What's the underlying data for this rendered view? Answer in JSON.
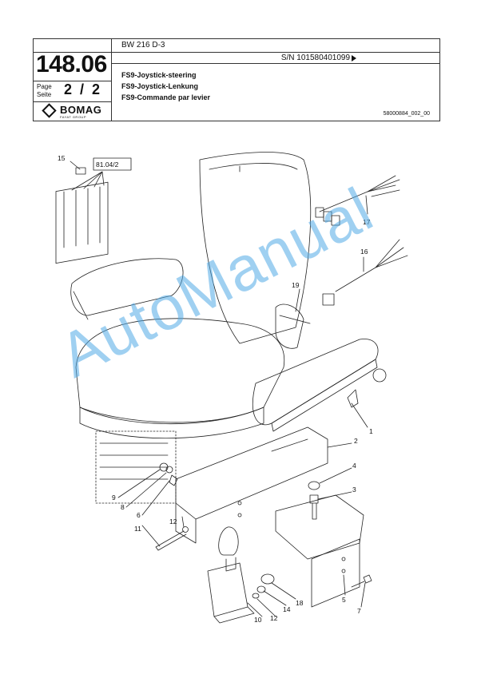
{
  "header": {
    "model": "BW 216 D-3",
    "serial": "S/N 101580401099",
    "group_number": "148.06",
    "page_label_de_en": "Page\nSeite",
    "page_label_en": "Page",
    "page_label_de": "Seite",
    "page_number": "2  /  2",
    "titles": [
      "FS9-Joystick-steering",
      "FS9-Joystick-Lenkung",
      "FS9-Commande par levier"
    ],
    "document_number": "58000884_002_00",
    "logo_text": "BOMAG",
    "logo_sub": "FAYAT GROUP"
  },
  "drawing": {
    "reference_box": "81.04/2",
    "callouts": {
      "c1": "1",
      "c2": "2",
      "c3": "3",
      "c4": "4",
      "c5": "5",
      "c6": "6",
      "c7": "7",
      "c8": "8",
      "c9": "9",
      "c10": "10",
      "c11": "11",
      "c12a": "12",
      "c12b": "12",
      "c14": "14",
      "c15": "15",
      "c16": "16",
      "c17": "17",
      "c18": "18",
      "c19": "19"
    },
    "watermark": "AutoManual"
  }
}
